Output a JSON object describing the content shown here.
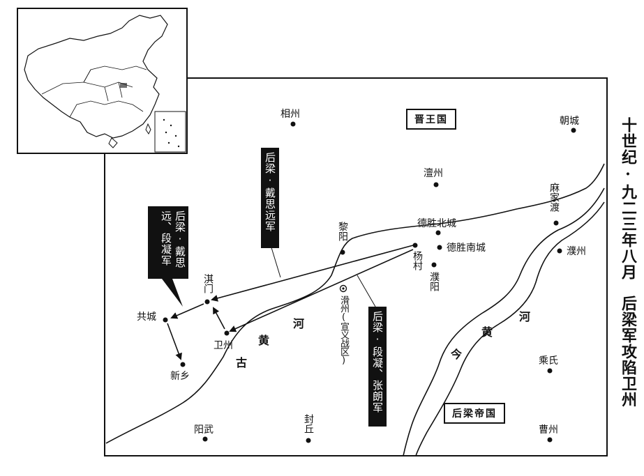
{
  "title": {
    "line1": "十世纪·九二三年八月",
    "line2": "后梁军攻陷卫州"
  },
  "states": {
    "jin": "晋王国",
    "houliang": "后梁帝国"
  },
  "armies": {
    "dai_siyuan": "后梁·戴思远军",
    "dai_duan": "后梁·戴思远、段凝军",
    "duan_zhang": "后梁·段凝、张朗军"
  },
  "cities": {
    "xiangzhou": "相州",
    "chaocheng": "朝城",
    "chanzhou": "澶州",
    "majiadu": "麻家渡",
    "deshengbei": "德胜北城",
    "deshengnan": "德胜南城",
    "puzhou": "濮州",
    "liyang": "黎阳",
    "yangcun": "杨村",
    "puyang": "濮阳",
    "qimen": "淇门",
    "gongcheng": "共城",
    "weizhou": "卫州",
    "huazhou": "滑州(宣义战区)",
    "xinxiang": "新乡",
    "chengshi": "乘氏",
    "yangwu": "阳武",
    "fengqiu": "封丘",
    "caozhou": "曹州"
  },
  "rivers": {
    "gu": "古",
    "huang1": "黄",
    "he1": "河",
    "jin": "今",
    "huang2": "黄",
    "he2": "河"
  },
  "colors": {
    "ink": "#111111",
    "paper": "#ffffff"
  }
}
